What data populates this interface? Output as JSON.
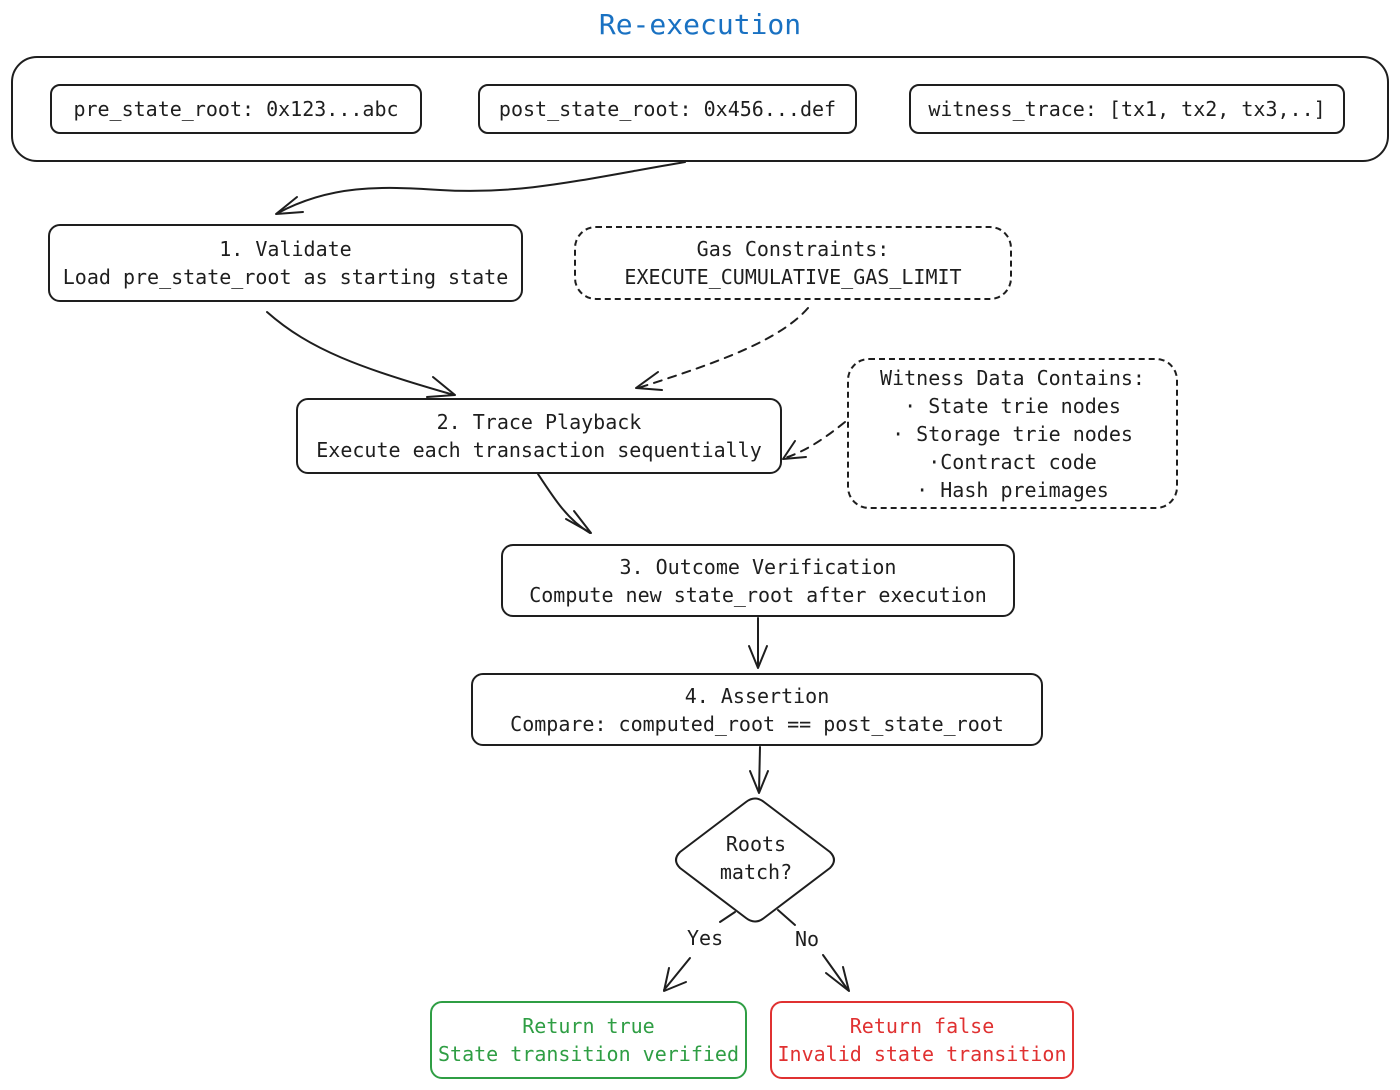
{
  "title": "Re-execution",
  "inputs": {
    "pre_state_root": "pre_state_root: 0x123...abc",
    "post_state_root": "post_state_root: 0x456...def",
    "witness_trace": "witness_trace: [tx1, tx2, tx3,..]"
  },
  "steps": [
    {
      "title": "1. Validate",
      "desc": "Load pre_state_root as starting state"
    },
    {
      "title": "2. Trace Playback",
      "desc": "Execute each transaction sequentially"
    },
    {
      "title": "3. Outcome Verification",
      "desc": "Compute new state_root after execution"
    },
    {
      "title": "4. Assertion",
      "desc": "Compare: computed_root == post_state_root"
    }
  ],
  "gas": {
    "title": "Gas Constraints:",
    "value": "EXECUTE_CUMULATIVE_GAS_LIMIT"
  },
  "witness": {
    "title": "Witness Data Contains:",
    "items": [
      "· State trie nodes",
      "· Storage trie nodes",
      "·Contract code",
      "· Hash preimages"
    ]
  },
  "decision": {
    "line1": "Roots",
    "line2": "match?",
    "yes": "Yes",
    "no": "No"
  },
  "results": {
    "true": {
      "line1": "Return true",
      "line2": "State transition verified",
      "color": "#2f9e44"
    },
    "false": {
      "line1": "Return false",
      "line2": "Invalid state transition",
      "color": "#e03131"
    }
  },
  "colors": {
    "title": "#1971c2",
    "stroke": "#1e1e1e"
  }
}
